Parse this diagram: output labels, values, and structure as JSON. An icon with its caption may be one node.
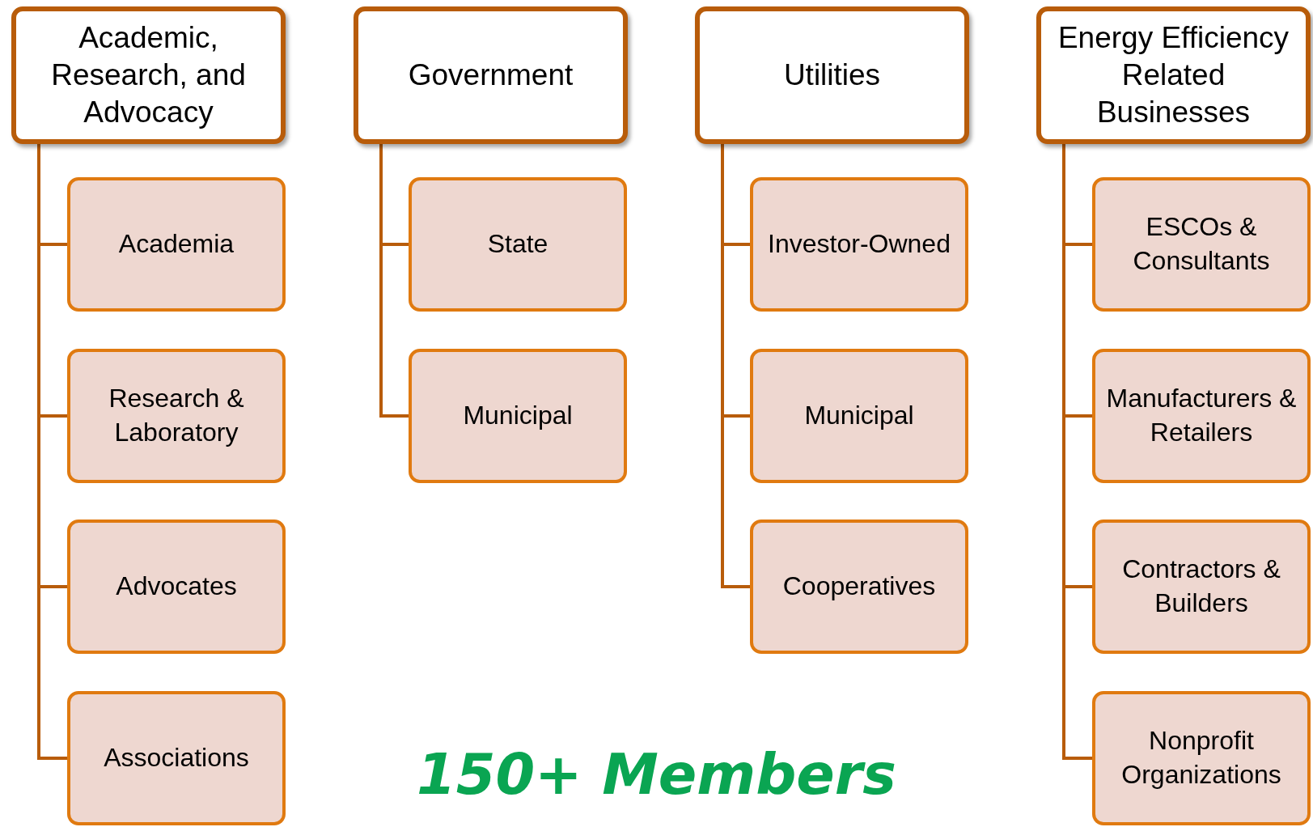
{
  "diagram": {
    "nodes": [
      {
        "text": [
          "Academic, Research, and Advocacy"
        ]
      },
      {
        "text": [
          "Academia"
        ]
      },
      {
        "text": [
          "Research & Laboratory"
        ]
      },
      {
        "text": [
          "Advocates"
        ]
      },
      {
        "text": [
          "Associations"
        ]
      },
      {
        "text": [
          "Government"
        ]
      },
      {
        "text": [
          "State"
        ]
      },
      {
        "text": [
          "Municipal"
        ]
      },
      {
        "text": [
          "Utilities"
        ]
      },
      {
        "text": [
          "Investor-Owned"
        ]
      },
      {
        "text": [
          "Municipal"
        ]
      },
      {
        "text": [
          "Cooperatives"
        ]
      },
      {
        "text": [
          "Energy Efficiency Related Businesses"
        ]
      },
      {
        "text": [
          "ESCOs & Consultants"
        ]
      },
      {
        "text": [
          "Manufacturers & Retailers"
        ]
      },
      {
        "text": [
          "Contractors & Builders"
        ]
      },
      {
        "text": [
          "Nonprofit Organizations"
        ]
      }
    ],
    "edges": [
      {
        "from": 0,
        "to": 1,
        "arrow": "none"
      },
      {
        "from": 0,
        "to": 2,
        "arrow": "none"
      },
      {
        "from": 0,
        "to": 3,
        "arrow": "none"
      },
      {
        "from": 0,
        "to": 4,
        "arrow": "none"
      },
      {
        "from": 5,
        "to": 6,
        "arrow": "none"
      },
      {
        "from": 5,
        "to": 7,
        "arrow": "none"
      },
      {
        "from": 8,
        "to": 9,
        "arrow": "none"
      },
      {
        "from": 8,
        "to": 10,
        "arrow": "none"
      },
      {
        "from": 8,
        "to": 11,
        "arrow": "none"
      },
      {
        "from": 12,
        "to": 13,
        "arrow": "none"
      },
      {
        "from": 12,
        "to": 14,
        "arrow": "none"
      },
      {
        "from": 12,
        "to": 15,
        "arrow": "none"
      },
      {
        "from": 12,
        "to": 16,
        "arrow": "none"
      }
    ],
    "labels": [
      "150+ Members"
    ]
  }
}
